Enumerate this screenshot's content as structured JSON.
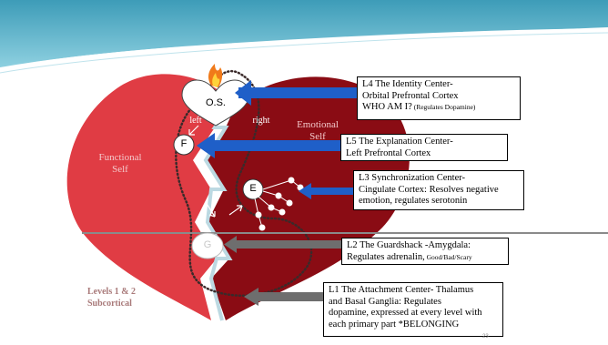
{
  "heart": {
    "left_label": "Functional\nSelf",
    "right_label": "Emotional\nSelf",
    "side_left": "left",
    "side_right": "right",
    "levels_label": "Levels 1 & 2\nSubcortical"
  },
  "nodes": {
    "os": "O.S.",
    "f": "F",
    "e": "E",
    "g": "G"
  },
  "boxes": {
    "l4": {
      "title": "L4 The Identity Center-\n Orbital Prefrontal Cortex\nWHO AM I?",
      "note": " (Regulates Dopamine)"
    },
    "l5": {
      "text": "L5 The Explanation Center-\nLeft Prefrontal Cortex"
    },
    "l3": {
      "text": "L3 Synchronization Center-\nCingulate Cortex: Resolves negative\nemotion, regulates serotonin"
    },
    "l2": {
      "title": "L2 The Guardshack -Amygdala:\nRegulates adrenalin,",
      "note": " Good/Bad/Scary"
    },
    "l1": {
      "text": "L1 The Attachment Center- Thalamus\nand Basal Ganglia: Regulates\ndopamine, expressed at every level with\neach primary part *BELONGING"
    }
  },
  "page_number": "23",
  "colors": {
    "left_heart": "#e03c44",
    "right_heart": "#8a0c14",
    "arrow_blue": "#1f5fc8",
    "arrow_gray": "#6e6e6e",
    "accent_teal": "#4aa3b8"
  }
}
